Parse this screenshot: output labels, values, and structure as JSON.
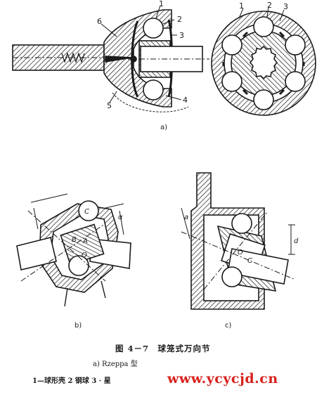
{
  "figure": {
    "labels": {
      "top_left": [
        "1",
        "2",
        "3",
        "4",
        "5",
        "6"
      ],
      "top_right": [
        "1",
        "2",
        "3"
      ],
      "view_b": [
        "B",
        "A",
        "C",
        "O",
        "α"
      ],
      "view_c": [
        "a",
        "d",
        "O",
        "C"
      ]
    },
    "subfigure_labels": [
      "a)",
      "b)",
      "c)"
    ],
    "caption": "图 4－7　球笼式万向节",
    "sub_caption": "a) Rzeppa 型",
    "legend_line": "1—球形壳  2  钢球  3 · 星",
    "watermark": "www.ycycjd.cn"
  },
  "colors": {
    "ink": "#1a1a1a",
    "watermark": "#d8211c",
    "background": "#ffffff"
  }
}
